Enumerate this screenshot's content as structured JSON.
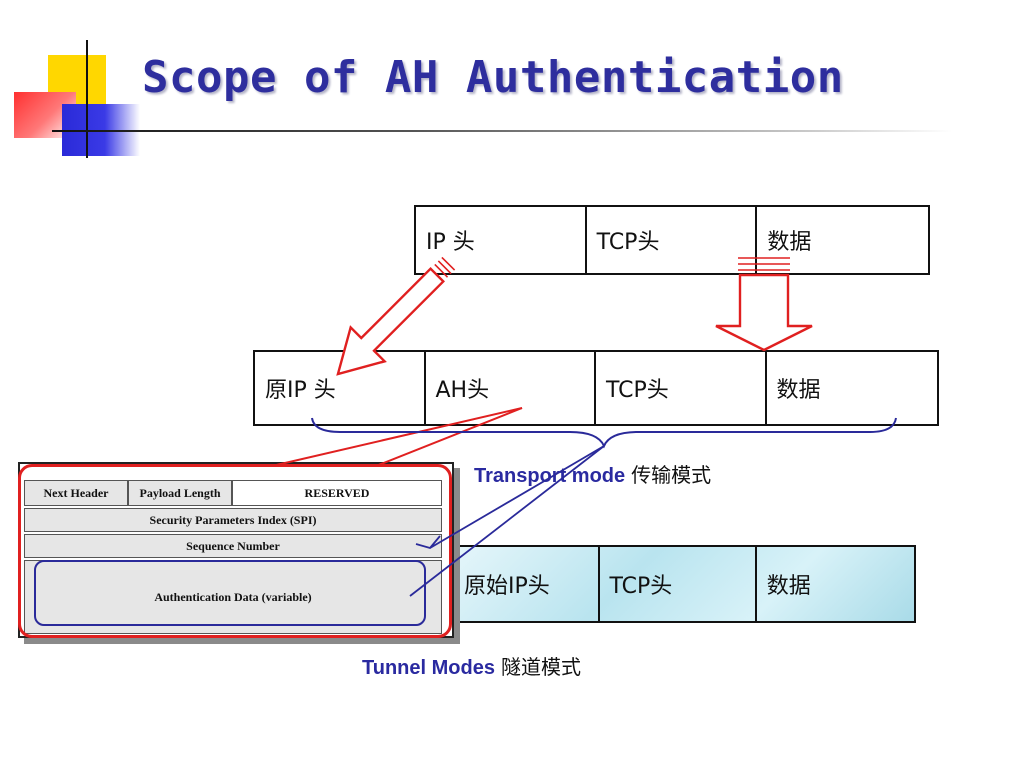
{
  "title": "Scope of AH Authentication",
  "original_packet": [
    "IP 头",
    "TCP头",
    "数据"
  ],
  "transport_packet": [
    "原IP 头",
    "AH头",
    "TCP头",
    "数据"
  ],
  "transport_mode": {
    "label": "Transport mode",
    "label_zh": "传输模式"
  },
  "tunnel_packet": [
    "原始IP头",
    "TCP头",
    "数据"
  ],
  "tunnel_mode": {
    "label": "Tunnel Modes",
    "label_zh": "隧道模式"
  },
  "ah_header": {
    "next_header": "Next Header",
    "payload_length": "Payload Length",
    "reserved": "RESERVED",
    "spi": "Security Parameters Index (SPI)",
    "sequence": "Sequence Number",
    "auth_data": "Authentication Data (variable)"
  },
  "colors": {
    "title": "#2e2e9e",
    "arrow_red": "#e02020",
    "arrow_blue": "#2a2a9a"
  }
}
